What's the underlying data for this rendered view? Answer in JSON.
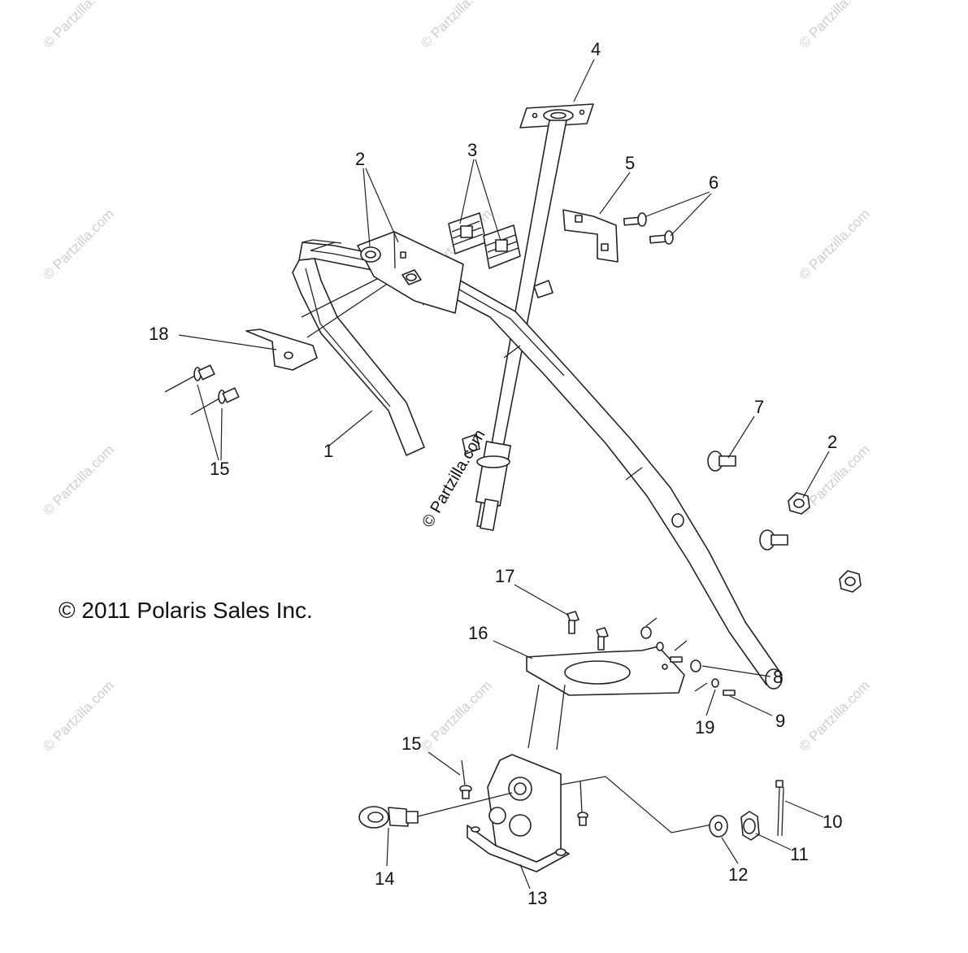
{
  "diagram": {
    "copyright": "© 2011 Polaris Sales Inc.",
    "center_watermark": "© Partzilla.com",
    "watermark_text": "© Partzilla.com",
    "callouts": [
      {
        "id": "c1",
        "label": "1"
      },
      {
        "id": "c2a",
        "label": "2"
      },
      {
        "id": "c2b",
        "label": "2"
      },
      {
        "id": "c3",
        "label": "3"
      },
      {
        "id": "c4",
        "label": "4"
      },
      {
        "id": "c5",
        "label": "5"
      },
      {
        "id": "c6",
        "label": "6"
      },
      {
        "id": "c7",
        "label": "7"
      },
      {
        "id": "c8",
        "label": "8"
      },
      {
        "id": "c9",
        "label": "9"
      },
      {
        "id": "c10",
        "label": "10"
      },
      {
        "id": "c11",
        "label": "11"
      },
      {
        "id": "c12",
        "label": "12"
      },
      {
        "id": "c13",
        "label": "13"
      },
      {
        "id": "c14",
        "label": "14"
      },
      {
        "id": "c15a",
        "label": "15"
      },
      {
        "id": "c15b",
        "label": "15"
      },
      {
        "id": "c16",
        "label": "16"
      },
      {
        "id": "c17",
        "label": "17"
      },
      {
        "id": "c18",
        "label": "18"
      },
      {
        "id": "c19",
        "label": "19"
      }
    ]
  }
}
